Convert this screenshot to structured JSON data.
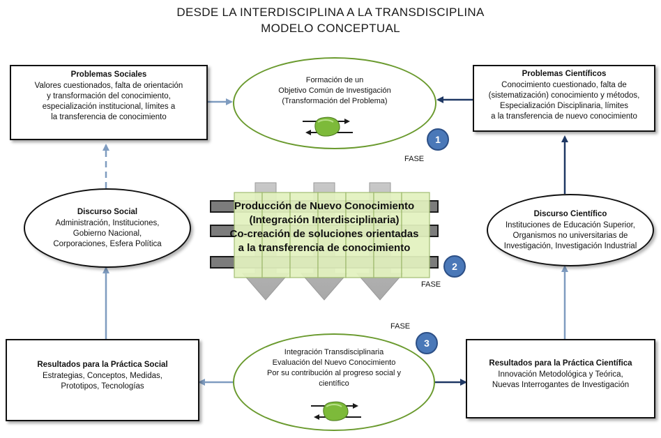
{
  "title": {
    "line1": "DESDE LA INTERDISCIPLINA A LA TRANSDISCIPLINA",
    "line2": "MODELO CONCEPTUAL"
  },
  "problemas_sociales": {
    "heading": "Problemas Sociales",
    "lines": [
      "Valores cuestionados, falta de orientación",
      "y transformación del conocimiento,",
      "especialización institucional, límites a",
      "la transferencia de conocimiento"
    ]
  },
  "problemas_cientificos": {
    "heading": "Problemas Científicos",
    "lines": [
      "Conocimiento cuestionado, falta de",
      "(sistematización) conocimiento y métodos,",
      "Especialización Disciplinaria, límites",
      "a la transferencia de nuevo conocimiento"
    ]
  },
  "objetivo_comun": {
    "lines": [
      "Formación de un",
      "Objetivo Común de Investigación",
      "(Transformación del Problema)"
    ]
  },
  "discurso_social": {
    "heading": "Discurso Social",
    "lines": [
      "Administración, Instituciones,",
      "Gobierno Nacional,",
      "Corporaciones, Esfera Política"
    ]
  },
  "discurso_cientifico": {
    "heading": "Discurso Científico",
    "lines": [
      "Instituciones de Educación Superior,",
      "Organismos  no universitarias de",
      "Investigación, Investigación Industrial"
    ]
  },
  "produccion": {
    "lines": [
      "Producción de Nuevo Conocimiento",
      "(Integración Interdisciplinaria)",
      "Co-creación de soluciones orientadas",
      "a la transferencia de conocimiento"
    ]
  },
  "resultados_social": {
    "heading": "Resultados para la Práctica Social",
    "lines": [
      "Estrategias, Conceptos,  Medidas,",
      "Prototipos, Tecnologías"
    ]
  },
  "resultados_cientifica": {
    "heading": "Resultados para la Práctica Científica",
    "lines": [
      "Innovación Metodológica y Teórica,",
      "Nuevas Interrogantes de Investigación"
    ]
  },
  "integracion": {
    "lines": [
      "Integración  Transdisciplinaria",
      "Evaluación del Nuevo Conocimiento",
      "Por su contribución al progreso social y",
      "científico"
    ]
  },
  "fases": {
    "label": "FASE",
    "n1": "1",
    "n2": "2",
    "n3": "3"
  },
  "colors": {
    "arrow_blue": "#7f9cc0",
    "arrow_dark": "#1f3864",
    "green_border": "#6a9a2e",
    "badge": "#4a78b8",
    "box_green": "#e3f2bf"
  }
}
